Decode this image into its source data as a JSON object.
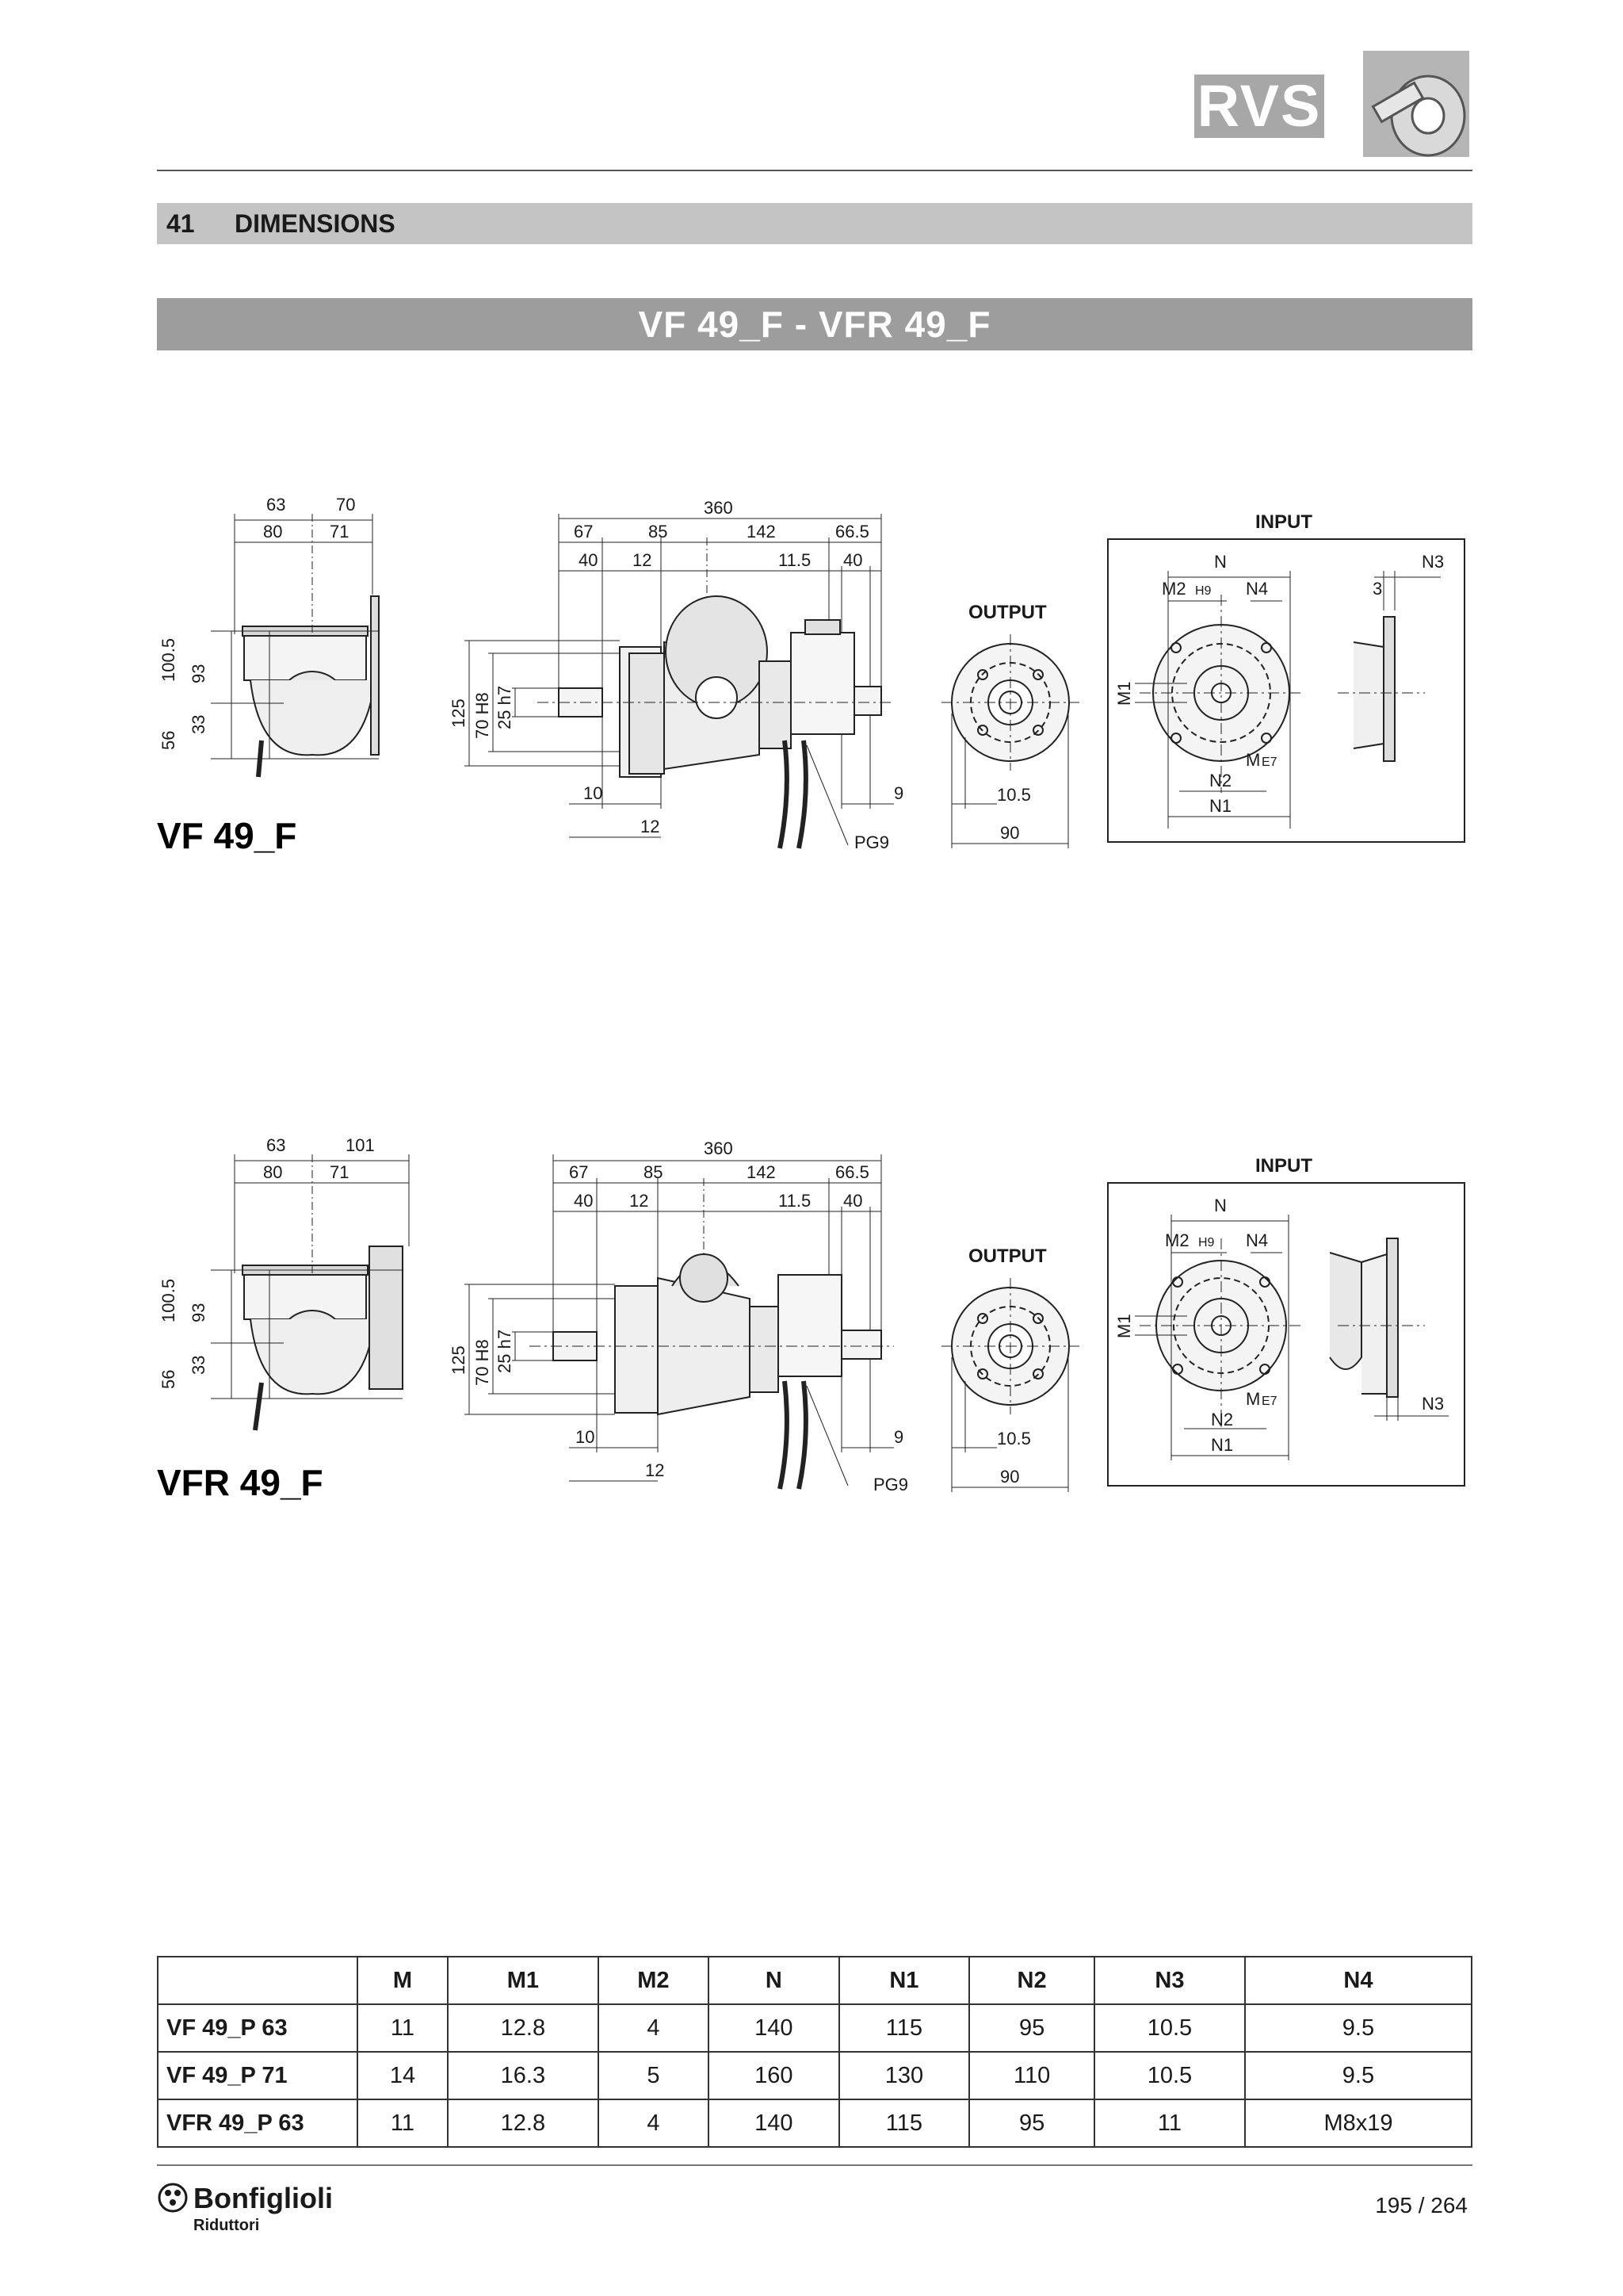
{
  "header": {
    "brand_tag": "RVS"
  },
  "section": {
    "number": "41",
    "title": "DIMENSIONS"
  },
  "title_bar": "VF 49_F - VFR 49_F",
  "drawing_vf": {
    "model": "VF 49_F",
    "side_dims": {
      "top_a": "63",
      "top_b": "70",
      "mid_a": "80",
      "mid_b": "71",
      "h_total": "100.5",
      "h_93": "93",
      "h_56": "56",
      "h_33": "33"
    },
    "front_dims": {
      "overall": "360",
      "d67": "67",
      "d85": "85",
      "d142": "142",
      "d66_5": "66.5",
      "d40a": "40",
      "d12a": "12",
      "d11_5": "11.5",
      "d40b": "40",
      "h125": "125",
      "h70": "70 H8",
      "h25": "25 h7",
      "b10": "10",
      "b12": "12",
      "b9": "9",
      "pg": "PG9"
    },
    "output": {
      "label": "OUTPUT",
      "d10_5": "10.5",
      "d90": "90"
    },
    "input": {
      "label": "INPUT",
      "n": "N",
      "n3": "N3",
      "m2": "M2",
      "h9": "H9",
      "n4": "N4",
      "d3": "3",
      "m1": "M1",
      "m": "M",
      "e7": "E7",
      "n2": "N2",
      "n1": "N1"
    }
  },
  "drawing_vfr": {
    "model": "VFR 49_F",
    "side_dims": {
      "top_a": "63",
      "top_b": "101",
      "mid_a": "80",
      "mid_b": "71",
      "h_total": "100.5",
      "h_93": "93",
      "h_56": "56",
      "h_33": "33"
    },
    "front_dims": {
      "overall": "360",
      "d67": "67",
      "d85": "85",
      "d142": "142",
      "d66_5": "66.5",
      "d40a": "40",
      "d12a": "12",
      "d11_5": "11.5",
      "d40b": "40",
      "h125": "125",
      "h70": "70 H8",
      "h25": "25 h7",
      "b10": "10",
      "b12": "12",
      "b9": "9",
      "pg": "PG9"
    },
    "output": {
      "label": "OUTPUT",
      "d10_5": "10.5",
      "d90": "90"
    },
    "input": {
      "label": "INPUT",
      "n": "N",
      "n3": "N3",
      "m2": "M2",
      "h9": "H9",
      "n4": "N4",
      "m1": "M1",
      "m": "M",
      "e7": "E7",
      "n2": "N2",
      "n1": "N1"
    }
  },
  "table": {
    "columns": [
      "",
      "M",
      "M1",
      "M2",
      "N",
      "N1",
      "N2",
      "N3",
      "N4"
    ],
    "rows": [
      [
        "VF 49_P 63",
        "11",
        "12.8",
        "4",
        "140",
        "115",
        "95",
        "10.5",
        "9.5"
      ],
      [
        "VF 49_P 71",
        "14",
        "16.3",
        "5",
        "160",
        "130",
        "110",
        "10.5",
        "9.5"
      ],
      [
        "VFR 49_P 63",
        "11",
        "12.8",
        "4",
        "140",
        "115",
        "95",
        "11",
        "M8x19"
      ]
    ]
  },
  "footer": {
    "brand": "Bonfiglioli",
    "brand_sub": "Riduttori",
    "page": "195 / 264"
  }
}
